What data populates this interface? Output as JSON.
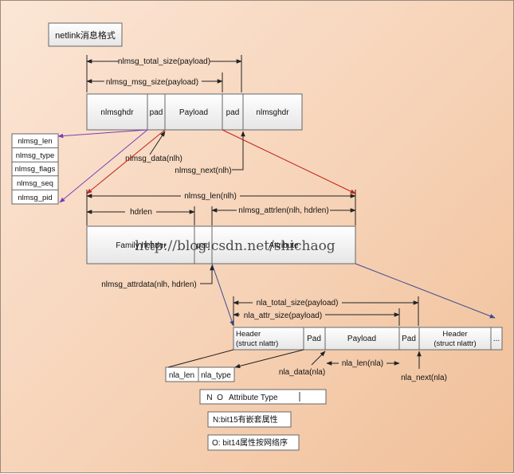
{
  "title": "netlink消息格式",
  "labels": {
    "nlmsg_total_size": "nlmsg_total_size(payload)",
    "nlmsg_msg_size": "nlmsg_msg_size(payload)",
    "nlmsg_data": "nlmsg_data(nlh)",
    "nlmsg_next": "nlmsg_next(nlh)",
    "nlmsg_len": "nlmsg_len(nlh)",
    "hdrlen": "hdrlen",
    "nlmsg_attrlen": "nlmsg_attrlen(nlh, hdrlen)",
    "nlmsg_attrdata": "nlmsg_attrdata(nlh, hdrlen)",
    "nla_total_size": "nla_total_size(payload)",
    "nla_attr_size": "nla_attr_size(payload)",
    "nla_data": "nla_data(nla)",
    "nla_len": "nla_len(nla)",
    "nla_next": "nla_next(nla)"
  },
  "message_row": {
    "cells": [
      "nlmsghdr",
      "pad",
      "Payload",
      "pad",
      "nlmsghdr"
    ]
  },
  "header_fields": [
    "nlmsg_len",
    "nlmsg_type",
    "nlmsg_flags",
    "nlmsg_seq",
    "nlmsg_pid"
  ],
  "payload_row": {
    "family_header": "Family header",
    "pad": "pad",
    "attribute": "Attribute"
  },
  "attr_row": {
    "header_line1": "Header",
    "header_line2": "(struct nlattr)",
    "pad1": "Pad",
    "payload": "Payload",
    "pad2": "Pad",
    "header2_line1": "Header",
    "header2_line2": "(struct nlattr)",
    "ellipsis": "..."
  },
  "nla_fields": [
    "nla_len",
    "nla_type"
  ],
  "type_box": {
    "n": "N",
    "o": "O",
    "label": "Attribute Type"
  },
  "notes": {
    "n_note": "N:bit15有嵌套属性",
    "o_note": "O:  bit14属性按网络序"
  },
  "watermark": "http://blog.csdn.net/shichaog",
  "colors": {
    "purple": "#7a3db8",
    "red": "#c0231b",
    "blue": "#3c4c8e",
    "arrow": "#222222"
  }
}
